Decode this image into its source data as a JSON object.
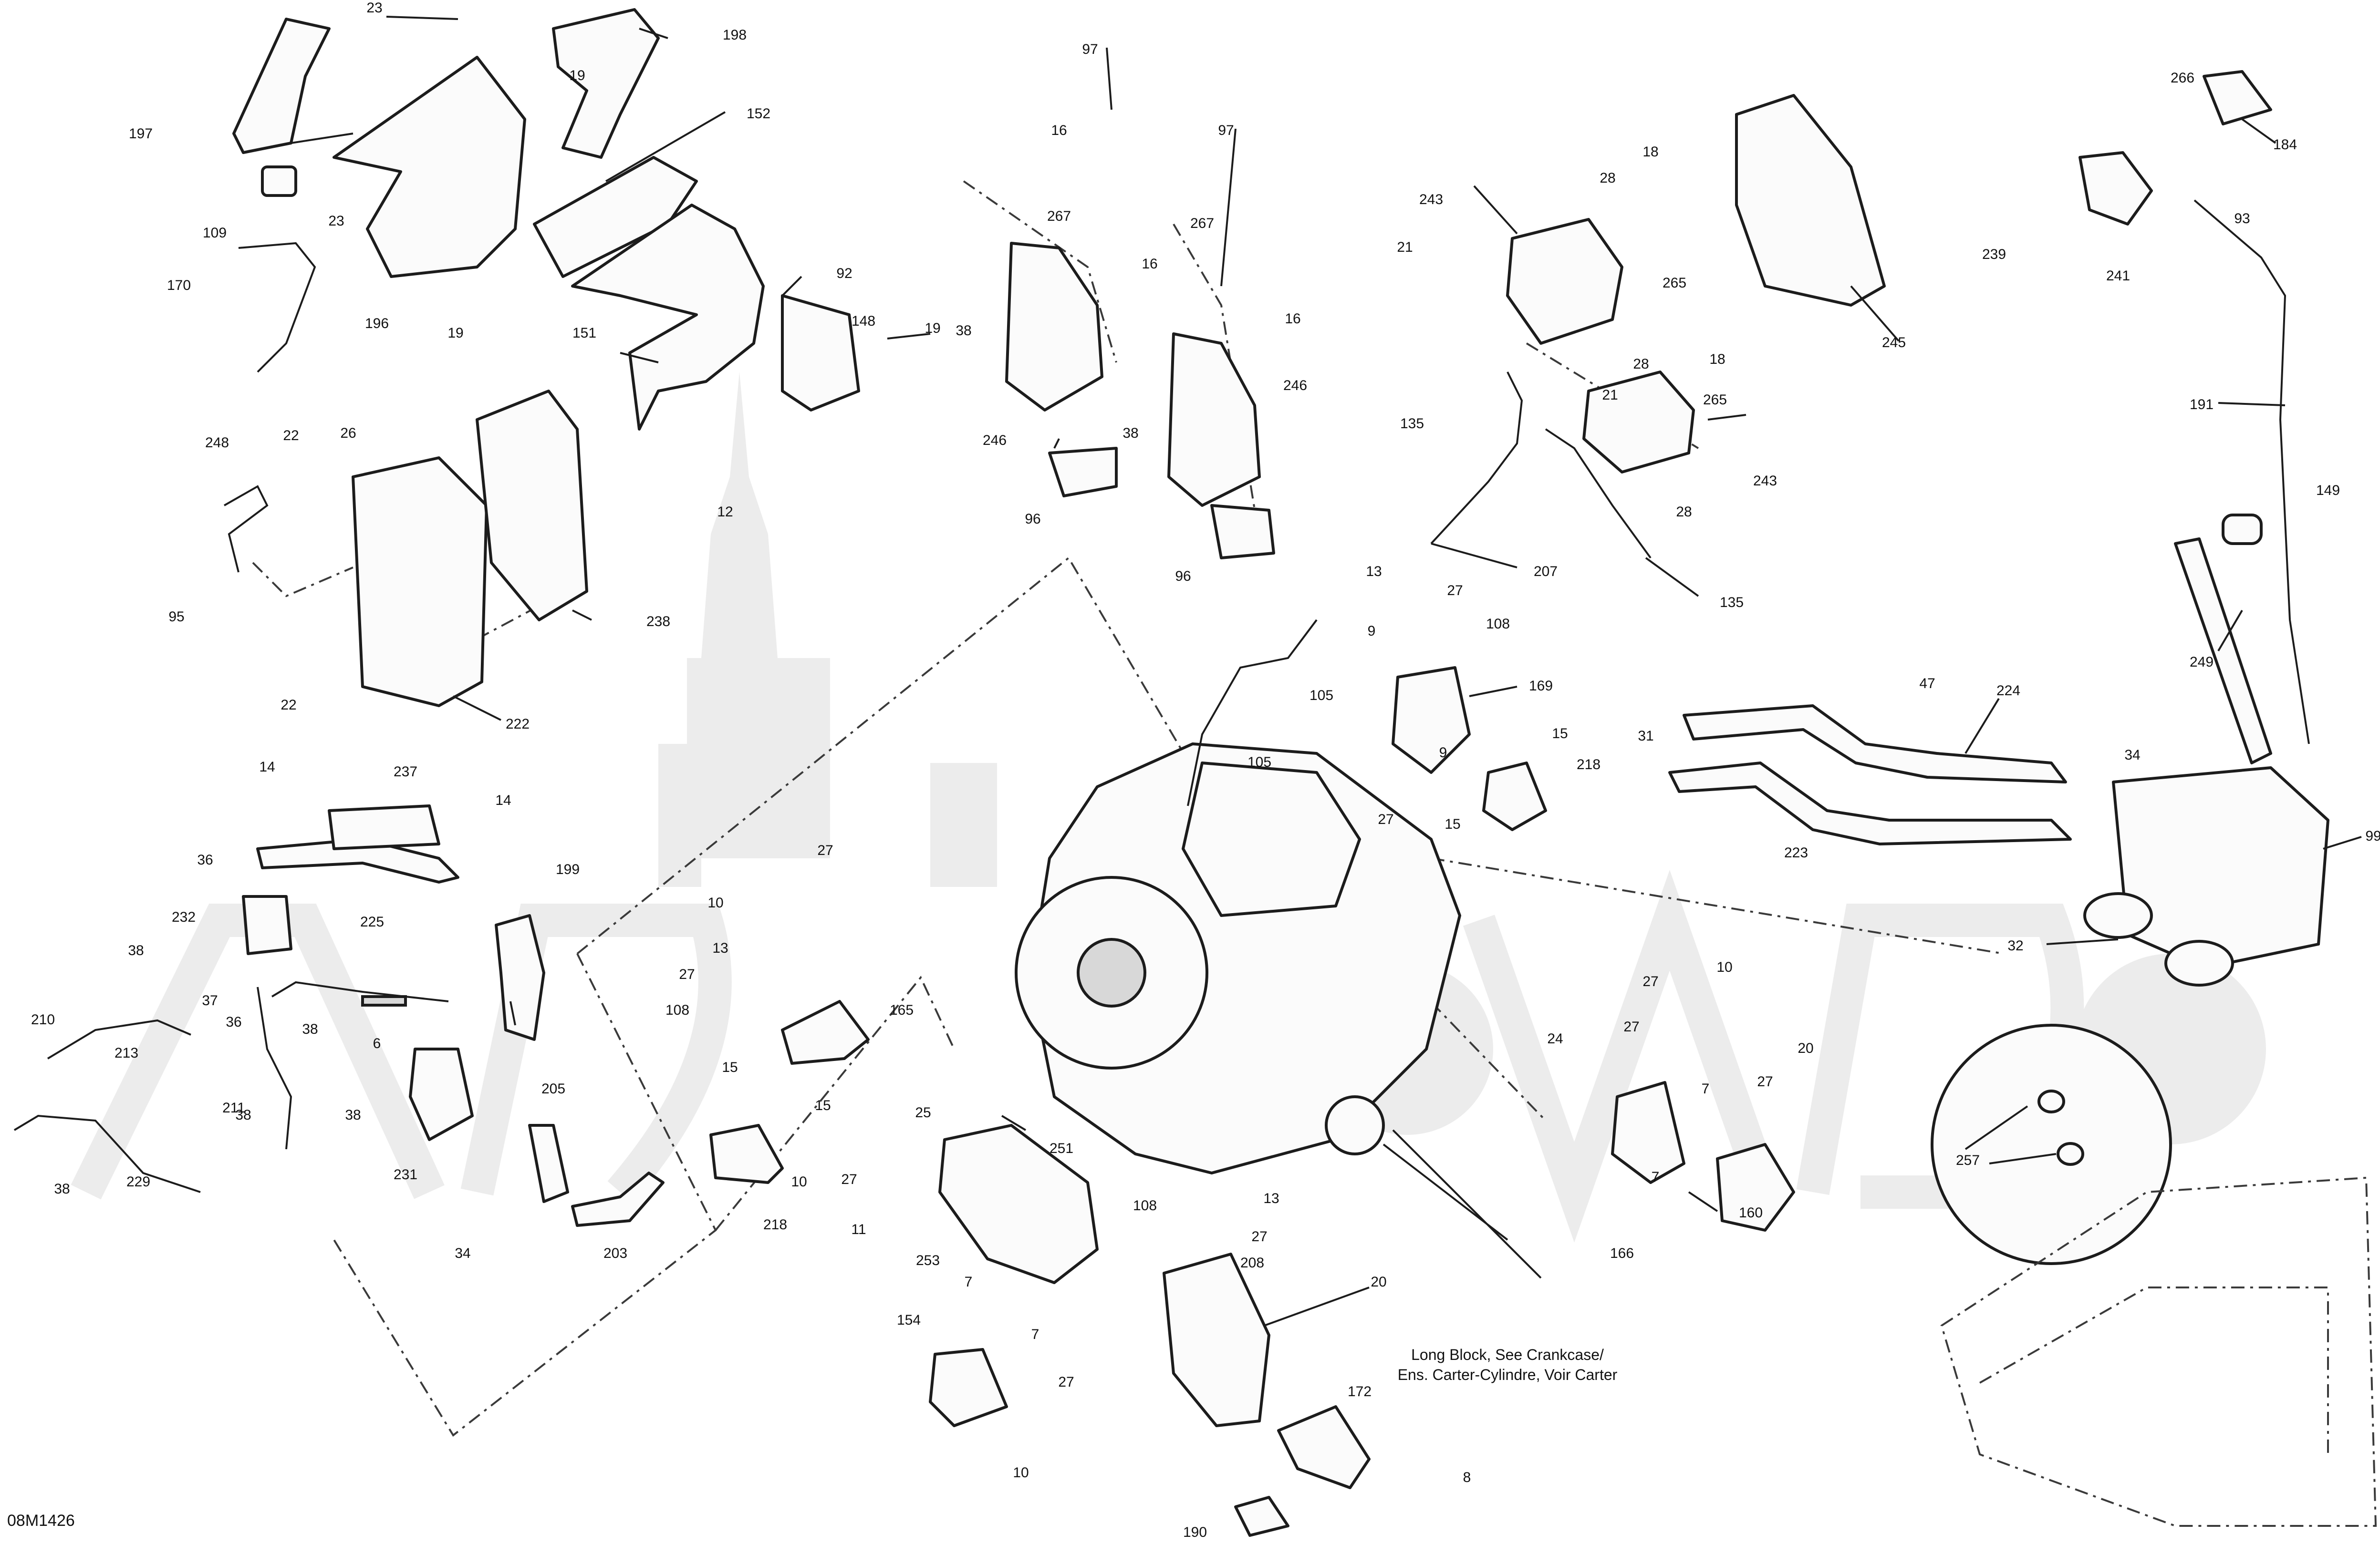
{
  "diagram": {
    "code": "08M1426",
    "note_line1": "Long Block, See Crankcase/",
    "note_line2": "Ens. Carter-Cylindre, Voir Carter"
  },
  "callouts": [
    {
      "id": "c0",
      "text": "23"
    },
    {
      "id": "c1",
      "text": "198"
    },
    {
      "id": "c2",
      "text": "19"
    },
    {
      "id": "c3",
      "text": "197"
    },
    {
      "id": "c4",
      "text": "152"
    },
    {
      "id": "c5",
      "text": "109"
    },
    {
      "id": "c6",
      "text": "23"
    },
    {
      "id": "c7",
      "text": "196"
    },
    {
      "id": "c8",
      "text": "19"
    },
    {
      "id": "c9",
      "text": "170"
    },
    {
      "id": "c10",
      "text": "92"
    },
    {
      "id": "c11",
      "text": "148"
    },
    {
      "id": "c12",
      "text": "151"
    },
    {
      "id": "c13",
      "text": "19"
    },
    {
      "id": "c14",
      "text": "12"
    },
    {
      "id": "c15",
      "text": "248"
    },
    {
      "id": "c16",
      "text": "22"
    },
    {
      "id": "c17",
      "text": "26"
    },
    {
      "id": "c18",
      "text": "95"
    },
    {
      "id": "c19",
      "text": "238"
    },
    {
      "id": "c20",
      "text": "22"
    },
    {
      "id": "c21",
      "text": "222"
    },
    {
      "id": "c22",
      "text": "97"
    },
    {
      "id": "c23",
      "text": "16"
    },
    {
      "id": "c24",
      "text": "267"
    },
    {
      "id": "c25",
      "text": "38"
    },
    {
      "id": "c26",
      "text": "246"
    },
    {
      "id": "c27",
      "text": "96"
    },
    {
      "id": "c28",
      "text": "97"
    },
    {
      "id": "c29",
      "text": "267"
    },
    {
      "id": "c30",
      "text": "16"
    },
    {
      "id": "c31",
      "text": "16"
    },
    {
      "id": "c32",
      "text": "246"
    },
    {
      "id": "c33",
      "text": "38"
    },
    {
      "id": "c34",
      "text": "96"
    },
    {
      "id": "c35",
      "text": "18"
    },
    {
      "id": "c36",
      "text": "243"
    },
    {
      "id": "c37",
      "text": "28"
    },
    {
      "id": "c38",
      "text": "21"
    },
    {
      "id": "c39",
      "text": "265"
    },
    {
      "id": "c40",
      "text": "18"
    },
    {
      "id": "c41",
      "text": "245"
    },
    {
      "id": "c42",
      "text": "28"
    },
    {
      "id": "c43",
      "text": "21"
    },
    {
      "id": "c44",
      "text": "265"
    },
    {
      "id": "c45",
      "text": "135"
    },
    {
      "id": "c46",
      "text": "243"
    },
    {
      "id": "c47",
      "text": "28"
    },
    {
      "id": "c48",
      "text": "266"
    },
    {
      "id": "c49",
      "text": "184"
    },
    {
      "id": "c50",
      "text": "93"
    },
    {
      "id": "c51",
      "text": "239"
    },
    {
      "id": "c52",
      "text": "241"
    },
    {
      "id": "c53",
      "text": "191"
    },
    {
      "id": "c54",
      "text": "149"
    },
    {
      "id": "c55",
      "text": "249"
    },
    {
      "id": "c56",
      "text": "207"
    },
    {
      "id": "c57",
      "text": "135"
    },
    {
      "id": "c58",
      "text": "13"
    },
    {
      "id": "c59",
      "text": "27"
    },
    {
      "id": "c60",
      "text": "108"
    },
    {
      "id": "c61",
      "text": "9"
    },
    {
      "id": "c62",
      "text": "169"
    },
    {
      "id": "c63",
      "text": "105"
    },
    {
      "id": "c64",
      "text": "105"
    },
    {
      "id": "c65",
      "text": "9"
    },
    {
      "id": "c66",
      "text": "15"
    },
    {
      "id": "c67",
      "text": "218"
    },
    {
      "id": "c68",
      "text": "15"
    },
    {
      "id": "c69",
      "text": "27"
    },
    {
      "id": "c70",
      "text": "47"
    },
    {
      "id": "c71",
      "text": "224"
    },
    {
      "id": "c72",
      "text": "31"
    },
    {
      "id": "c73",
      "text": "34"
    },
    {
      "id": "c74",
      "text": "223"
    },
    {
      "id": "c75",
      "text": "99"
    },
    {
      "id": "c76",
      "text": "32"
    },
    {
      "id": "c77",
      "text": "14"
    },
    {
      "id": "c78",
      "text": "237"
    },
    {
      "id": "c79",
      "text": "14"
    },
    {
      "id": "c80",
      "text": "36"
    },
    {
      "id": "c81",
      "text": "199"
    },
    {
      "id": "c82",
      "text": "232"
    },
    {
      "id": "c83",
      "text": "225"
    },
    {
      "id": "c84",
      "text": "38"
    },
    {
      "id": "c85",
      "text": "37"
    },
    {
      "id": "c86",
      "text": "210"
    },
    {
      "id": "c87",
      "text": "213"
    },
    {
      "id": "c88",
      "text": "36"
    },
    {
      "id": "c89",
      "text": "6"
    },
    {
      "id": "c90",
      "text": "38"
    },
    {
      "id": "c91",
      "text": "211"
    },
    {
      "id": "c92",
      "text": "38"
    },
    {
      "id": "c93",
      "text": "38"
    },
    {
      "id": "c94",
      "text": "229"
    },
    {
      "id": "c95",
      "text": "38"
    },
    {
      "id": "c96",
      "text": "231"
    },
    {
      "id": "c97",
      "text": "205"
    },
    {
      "id": "c98",
      "text": "34"
    },
    {
      "id": "c99",
      "text": "203"
    },
    {
      "id": "c100",
      "text": "27"
    },
    {
      "id": "c101",
      "text": "10"
    },
    {
      "id": "c102",
      "text": "13"
    },
    {
      "id": "c103",
      "text": "27"
    },
    {
      "id": "c104",
      "text": "108"
    },
    {
      "id": "c105",
      "text": "165"
    },
    {
      "id": "c106",
      "text": "15"
    },
    {
      "id": "c107",
      "text": "15"
    },
    {
      "id": "c108",
      "text": "10"
    },
    {
      "id": "c109",
      "text": "27"
    },
    {
      "id": "c110",
      "text": "218"
    },
    {
      "id": "c111",
      "text": "25"
    },
    {
      "id": "c112",
      "text": "11"
    },
    {
      "id": "c113",
      "text": "251"
    },
    {
      "id": "c114",
      "text": "253"
    },
    {
      "id": "c115",
      "text": "108"
    },
    {
      "id": "c116",
      "text": "13"
    },
    {
      "id": "c117",
      "text": "27"
    },
    {
      "id": "c118",
      "text": "208"
    },
    {
      "id": "c119",
      "text": "7"
    },
    {
      "id": "c120",
      "text": "7"
    },
    {
      "id": "c121",
      "text": "154"
    },
    {
      "id": "c122",
      "text": "27"
    },
    {
      "id": "c123",
      "text": "20"
    },
    {
      "id": "c124",
      "text": "10"
    },
    {
      "id": "c125",
      "text": "172"
    },
    {
      "id": "c126",
      "text": "8"
    },
    {
      "id": "c127",
      "text": "190"
    },
    {
      "id": "c128",
      "text": "10"
    },
    {
      "id": "c129",
      "text": "27"
    },
    {
      "id": "c130",
      "text": "24"
    },
    {
      "id": "c131",
      "text": "27"
    },
    {
      "id": "c132",
      "text": "20"
    },
    {
      "id": "c133",
      "text": "27"
    },
    {
      "id": "c134",
      "text": "7"
    },
    {
      "id": "c135",
      "text": "7"
    },
    {
      "id": "c136",
      "text": "160"
    },
    {
      "id": "c137",
      "text": "166"
    },
    {
      "id": "c138",
      "text": "257"
    }
  ]
}
